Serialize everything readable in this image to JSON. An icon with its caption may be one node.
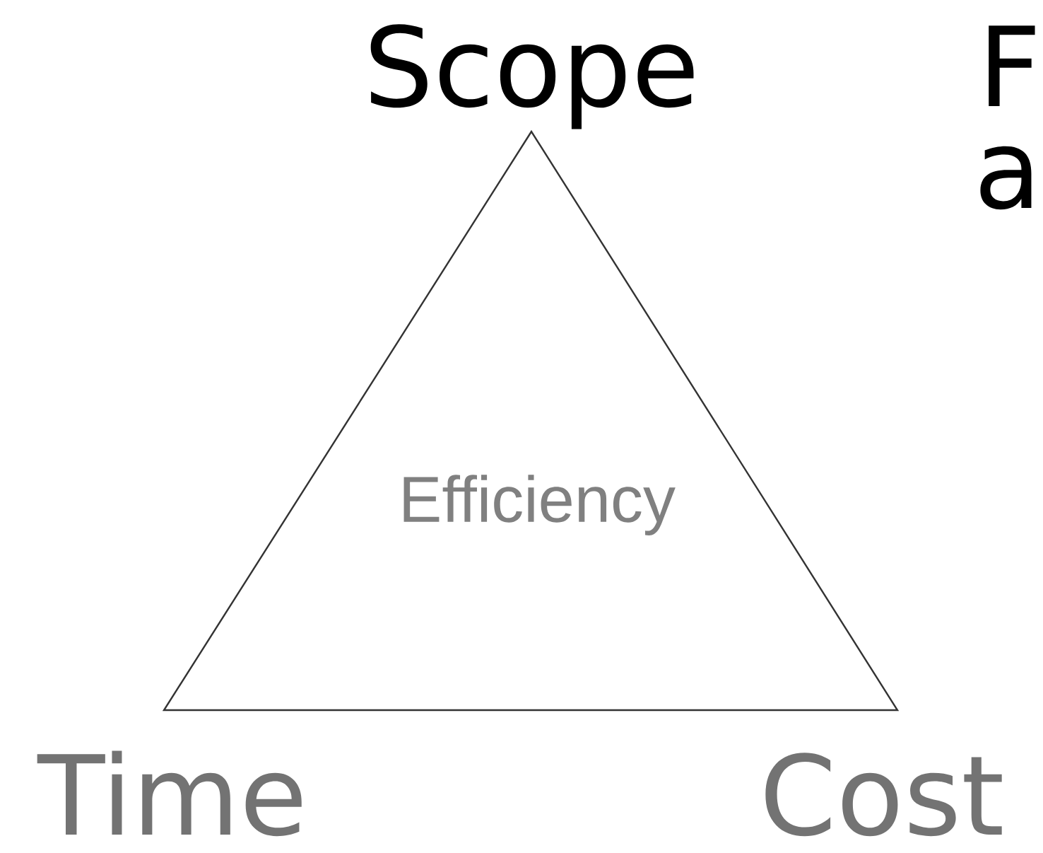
{
  "diagram": {
    "nodes": [
      {
        "text": [
          "Efficiency"
        ]
      }
    ],
    "labels": [
      "Scope",
      "Time",
      "Cost",
      "F",
      "a"
    ]
  }
}
